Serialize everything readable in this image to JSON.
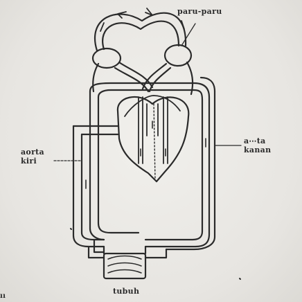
{
  "labels": {
    "paru": "paru-paru",
    "aorta_kiri_line1": "aorta",
    "aorta_kiri_line2": "kiri",
    "aorta_kanan_line1": "a⋯ta",
    "aorta_kanan_line2": "kanan",
    "tubuh": "tubuh",
    "edge_mark": "ıı"
  },
  "colors": {
    "ink": "#2a2a2a",
    "paper": "#eceae6"
  }
}
